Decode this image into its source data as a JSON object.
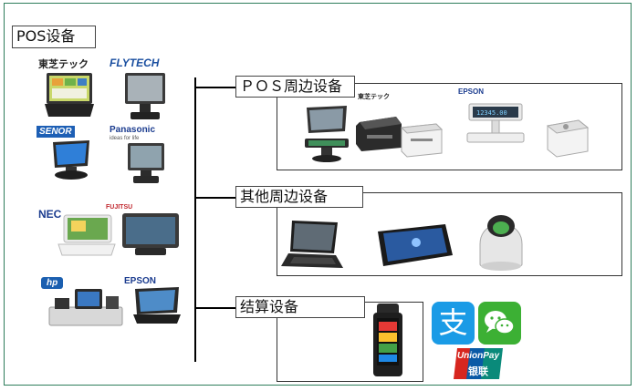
{
  "diagram": {
    "root_label": "POS设备",
    "branches": [
      {
        "label": "ＰＯＳ周边设备"
      },
      {
        "label": "其他周边设备"
      },
      {
        "label": "结算设备"
      }
    ],
    "brands": {
      "toshiba": "東芝テック",
      "flytech": "FLYTECH",
      "senor": "SENOR",
      "panasonic": "Panasonic",
      "panasonic_tagline": "ideas for life",
      "nec": "NEC",
      "fujitsu": "FUJITSU",
      "hp": "hp",
      "epson_left": "EPSON",
      "toshiba_small": "東芝テック",
      "epson_right": "EPSON"
    },
    "payment_logos": {
      "alipay": "支",
      "unionpay": "UnionPay",
      "unionpay_cn": "银联"
    },
    "colors": {
      "frame": "#2e7d5b",
      "alipay": "#1a9be6",
      "wechat": "#3cb034",
      "unionpay_red": "#d7261f",
      "unionpay_blue": "#0a5aa6",
      "unionpay_green": "#0a8a7a"
    }
  }
}
